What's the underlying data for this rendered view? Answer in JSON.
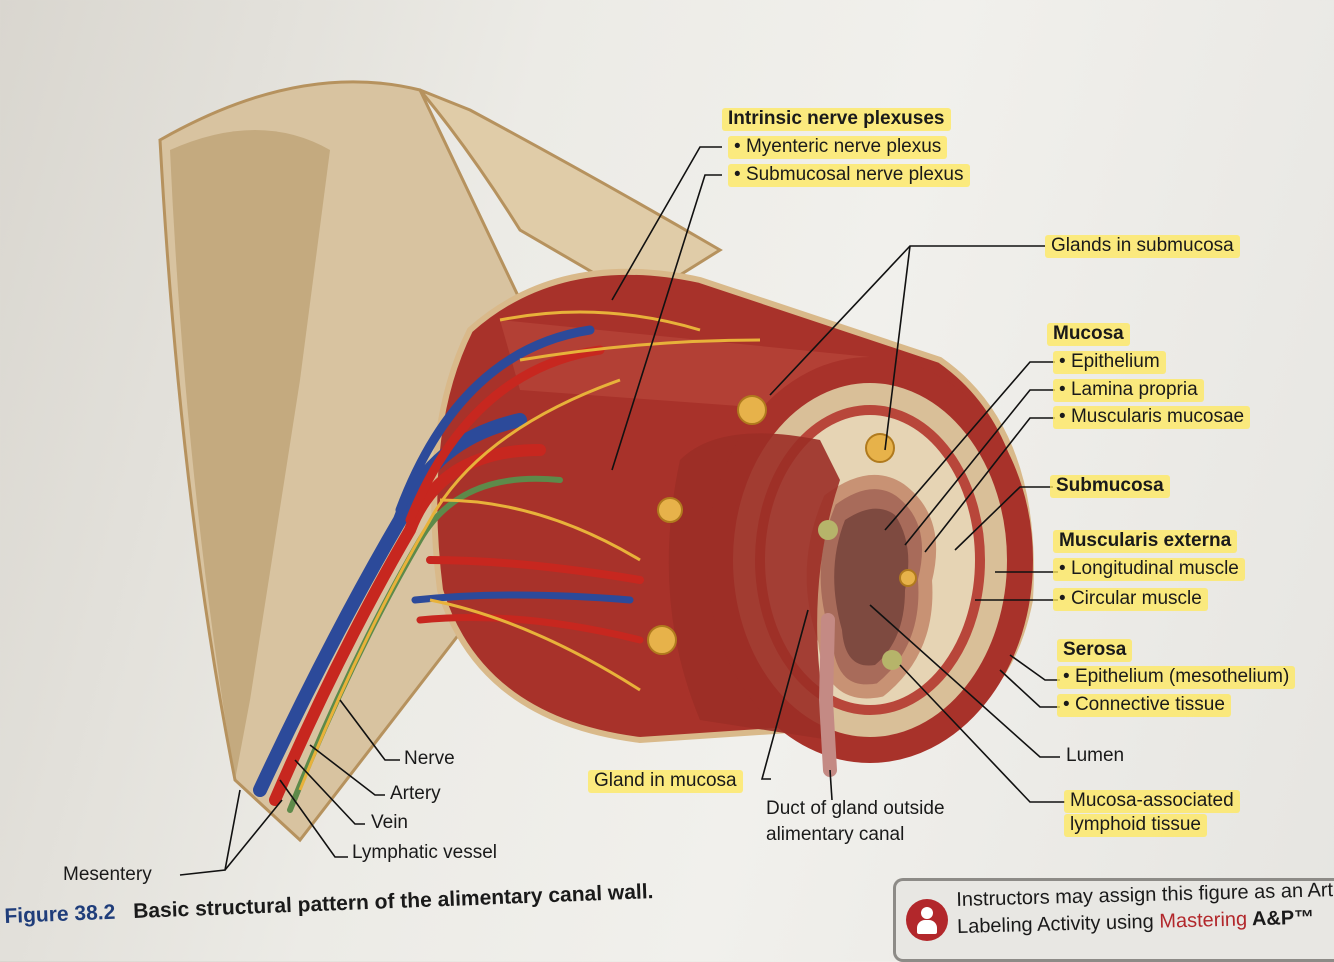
{
  "labels": {
    "intrinsic_title": "Intrinsic nerve plexuses",
    "myenteric": "Myenteric nerve plexus",
    "submucosal_plexus": "Submucosal nerve plexus",
    "glands_submucosa": "Glands in submucosa",
    "mucosa_title": "Mucosa",
    "epithelium": "Epithelium",
    "lamina_propria": "Lamina propria",
    "muscularis_mucosae": "Muscularis mucosae",
    "submucosa": "Submucosa",
    "muscularis_externa_title": "Muscularis externa",
    "longitudinal": "Longitudinal muscle",
    "circular": "Circular muscle",
    "serosa_title": "Serosa",
    "mesothelium": "Epithelium (mesothelium)",
    "connective": "Connective tissue",
    "lumen": "Lumen",
    "malt_line1": "Mucosa-associated",
    "malt_line2": "lymphoid tissue",
    "duct_line1": "Duct of gland outside",
    "duct_line2": "alimentary canal",
    "gland_mucosa": "Gland in mucosa",
    "nerve": "Nerve",
    "artery": "Artery",
    "vein": "Vein",
    "lymphatic": "Lymphatic vessel",
    "mesentery": "Mesentery"
  },
  "caption": {
    "figure": "Figure 38.2",
    "text": "Basic structural pattern of the alimentary canal wall."
  },
  "instructor_box": {
    "line1": "Instructors may assign this figure as an Art",
    "line2_prefix": "Labeling Activity using ",
    "brand": "Mastering",
    "suffix": " A&P™"
  },
  "colors": {
    "muscle": "#a8322a",
    "serosa": "#d9b98a",
    "nerve": "#e8b23a",
    "artery": "#c7271f",
    "vein": "#2c4a9a",
    "lymph": "#5d8a4a",
    "highlight": "#ffe85a"
  }
}
